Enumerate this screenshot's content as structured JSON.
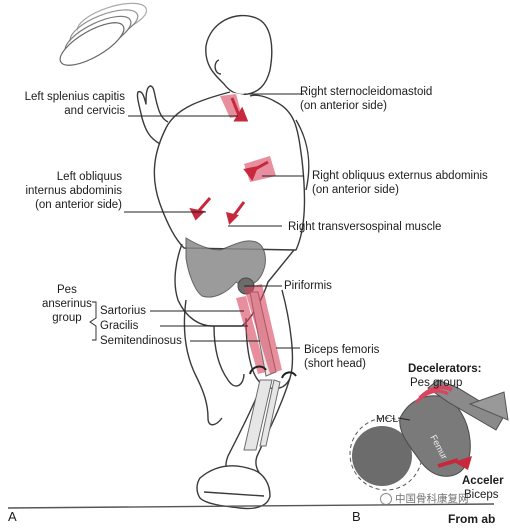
{
  "labels": {
    "left_splenius": [
      "Left splenius capitis",
      "and cervicis"
    ],
    "right_scm": [
      "Right sternocleidomastoid",
      "(on anterior side)"
    ],
    "left_obliquus": [
      "Left obliquus",
      "internus abdominis",
      "(on anterior side)"
    ],
    "right_obliquus": [
      "Right obliquus externus abdominis",
      "(on anterior side)"
    ],
    "transversospinal": "Right transversospinal muscle",
    "piriformis": "Piriformis",
    "pes_group": [
      "Pes",
      "anserinus",
      "group"
    ],
    "sartorius": "Sartorius",
    "gracilis": "Gracilis",
    "semitendinosus": "Semitendinosus",
    "biceps": [
      "Biceps femoris",
      "(short head)"
    ],
    "panel_a": "A",
    "panel_b": "B",
    "decelerators_title": "Decelerators:",
    "decelerators_sub": "Pes group",
    "mcl": "MCL",
    "femur": "Femur",
    "accel": "Acceler",
    "biceps_cut": "Biceps",
    "from_ab": "From ab",
    "watermark": "中国骨科康复网"
  },
  "colors": {
    "muscle": "#d9455f",
    "arrow_red": "#c8283c",
    "bone_grey": "#6c6c6c",
    "outline": "#3a3a3a"
  }
}
